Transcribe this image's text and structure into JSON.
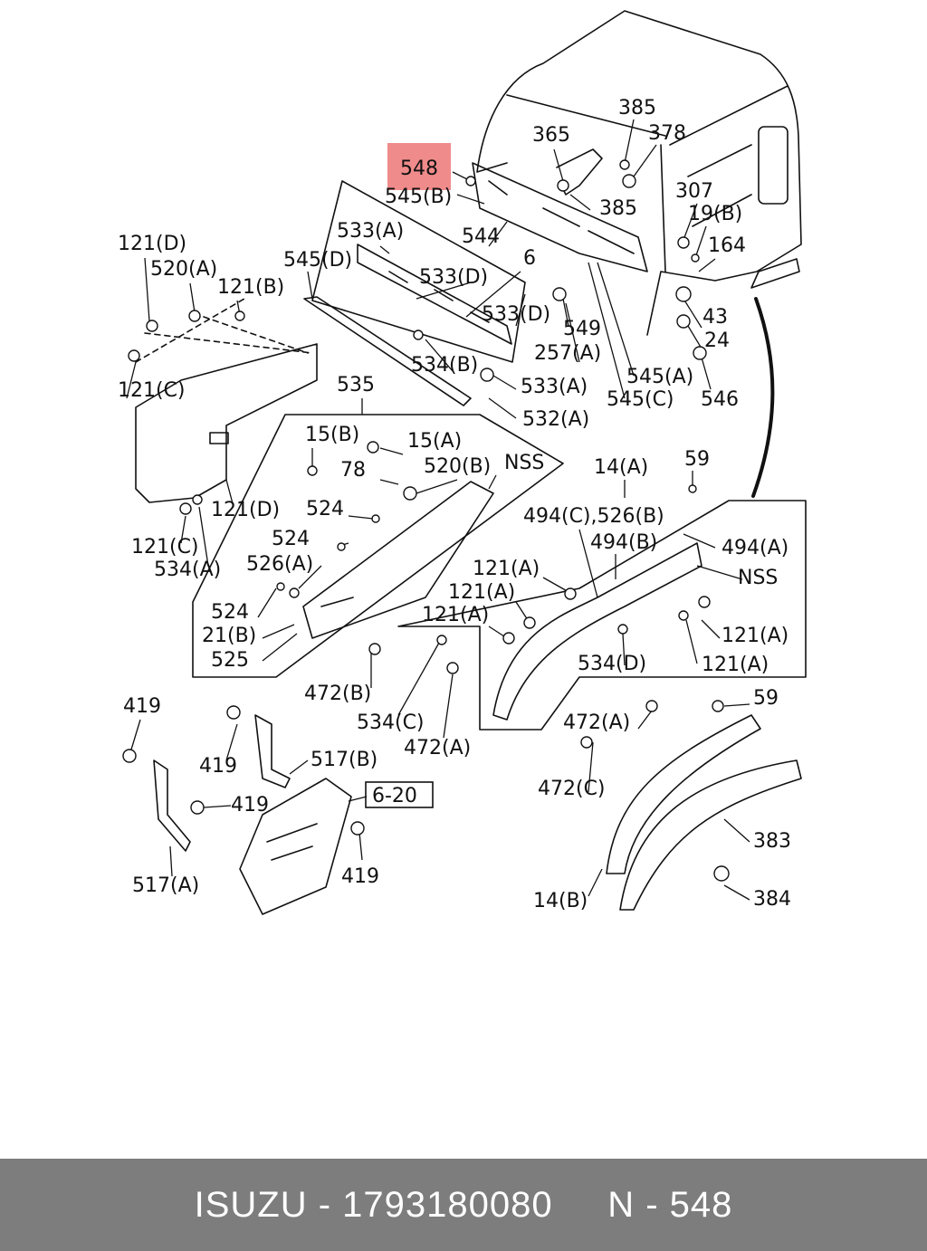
{
  "highlight": {
    "label": "548",
    "color": "#f08b8b"
  },
  "callouts": [
    "385",
    "378",
    "365",
    "548",
    "545(B)",
    "385",
    "307",
    "19(B)",
    "533(A)",
    "544",
    "164",
    "121(D)",
    "545(D)",
    "6",
    "520(A)",
    "533(D)",
    "121(B)",
    "533(D)",
    "43",
    "549",
    "24",
    "257(A)",
    "534(B)",
    "545(A)",
    "121(C)",
    "533(A)",
    "545(C)",
    "546",
    "535",
    "532(A)",
    "15(B)",
    "15(A)",
    "78",
    "520(B)",
    "NSS",
    "121(D)",
    "524",
    "14(A)",
    "59",
    "121(C)",
    "524",
    "494(C),526(B)",
    "534(A)",
    "526(A)",
    "494(B)",
    "494(A)",
    "121(A)",
    "NSS",
    "121(A)",
    "524",
    "121(A)",
    "121(A)",
    "21(B)",
    "525",
    "534(D)",
    "121(A)",
    "472(B)",
    "419",
    "534(C)",
    "472(A)",
    "59",
    "472(A)",
    "419",
    "517(B)",
    "472(C)",
    "419",
    "6-20",
    "383",
    "517(A)",
    "419",
    "384",
    "14(B)"
  ],
  "footer": {
    "brand": "ISUZU",
    "sep1": " - ",
    "part_number": "1793180080",
    "gap": "     ",
    "ref": "N - 548"
  }
}
